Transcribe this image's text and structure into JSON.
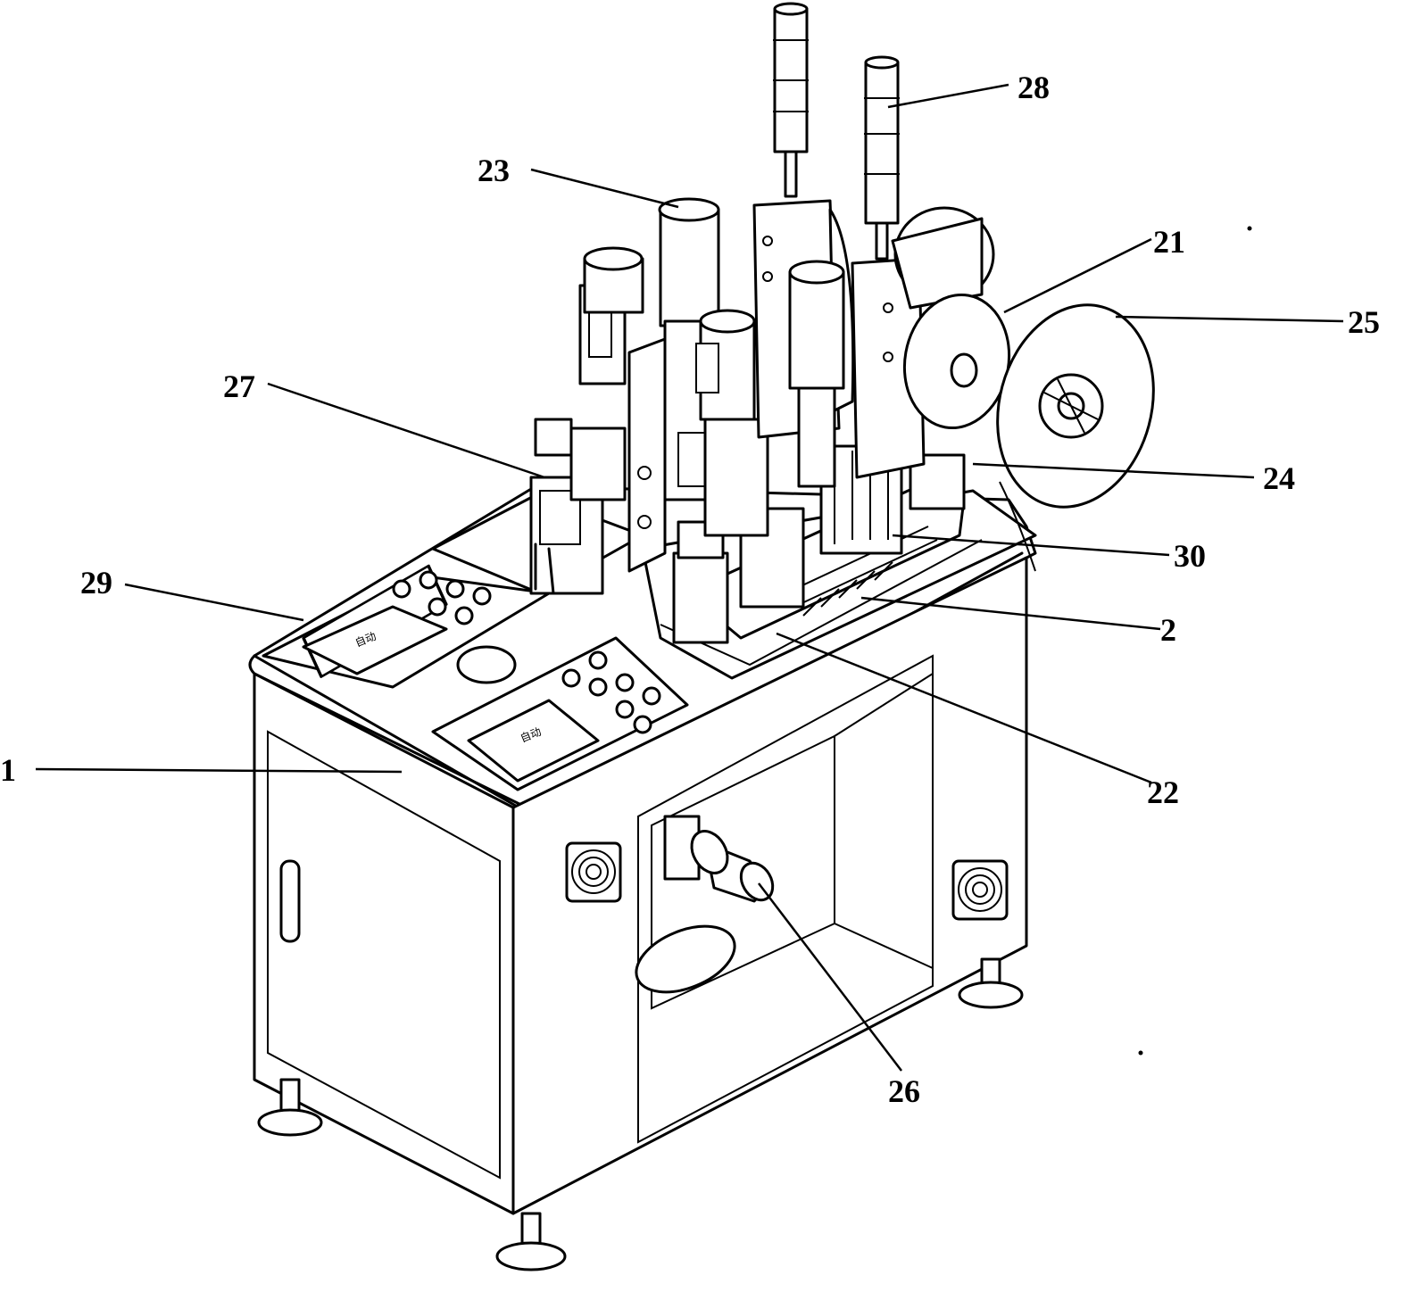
{
  "figure": {
    "labels": [
      {
        "id": "label-1",
        "text": "1"
      },
      {
        "id": "label-2",
        "text": "2"
      },
      {
        "id": "label-21",
        "text": "21"
      },
      {
        "id": "label-22",
        "text": "22"
      },
      {
        "id": "label-23",
        "text": "23"
      },
      {
        "id": "label-24",
        "text": "24"
      },
      {
        "id": "label-25",
        "text": "25"
      },
      {
        "id": "label-26",
        "text": "26"
      },
      {
        "id": "label-27",
        "text": "27"
      },
      {
        "id": "label-28",
        "text": "28"
      },
      {
        "id": "label-29",
        "text": "29"
      },
      {
        "id": "label-30",
        "text": "30"
      }
    ],
    "screen_left_text": "自动",
    "screen_right_text": "自动"
  },
  "colors": {
    "ink": "#000000",
    "paper": "#ffffff"
  }
}
